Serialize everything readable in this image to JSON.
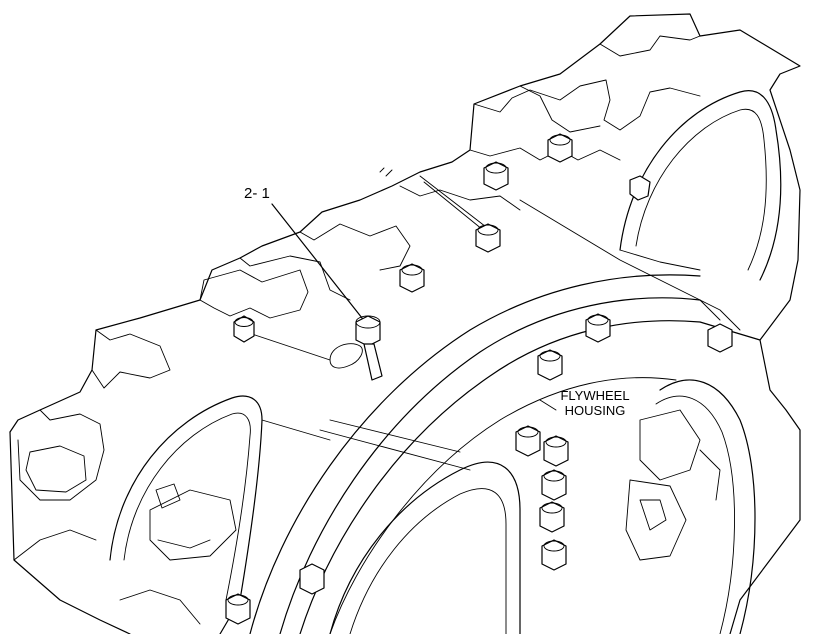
{
  "callout": {
    "text": "2- 1"
  },
  "part_label": {
    "line1": "FLYWHEEL",
    "line2": "HOUSING"
  },
  "colors": {
    "line": "#000000",
    "background": "#ffffff"
  },
  "icons": [
    "bolt-icon"
  ]
}
